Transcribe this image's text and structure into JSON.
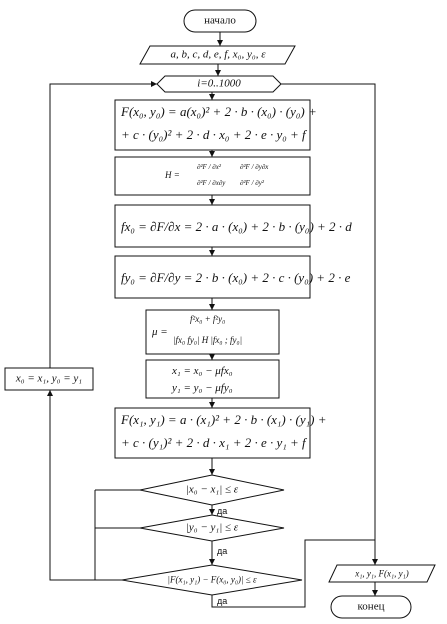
{
  "start": "начало",
  "end": "конец",
  "input_params": "a, b, c, d, e, f, x₀, y₀, ε",
  "loop": "i=0..1000",
  "f_eval_1_line1": "F(x₀, y₀) = a(x₀)² + 2 · b · (x₀) · (y₀) +",
  "f_eval_1_line2": "+ c · (y₀)² + 2 · d · x₀ + 2 · e · y₀ + f",
  "hessian": {
    "lhs": "H =",
    "m11": "∂²F / ∂x²",
    "m12": "∂²F / ∂y∂x",
    "m21": "∂²F / ∂x∂y",
    "m22": "∂²F / ∂y²"
  },
  "fx0": "fx₀ = ∂F/∂x = 2 · a · (x₀) + 2 · b · (y₀) + 2 · d",
  "fy0": "fy₀ = ∂F/∂y = 2 · b · (x₀) + 2 · c · (y₀) + 2 · e",
  "mu": {
    "lhs": "μ =",
    "numerator": "f²x₀ + f²y₀",
    "denominator": "|fx₀   fy₀| H |fx₀ ; fy₀|"
  },
  "update_line1": "x₁ = x₀ − μfx₀",
  "update_line2": "y₁ = y₀ − μfy₀",
  "f_eval_2_line1": "F(x₁, y₁) = a · (x₁)² + 2 · b · (x₁) · (y₁) +",
  "f_eval_2_line2": "+ c · (y₁)² + 2 · d · x₁ + 2 · e · y₁ + f",
  "cond1": "|x₀ − x₁| ≤ ε",
  "cond2": "|y₀ − y₁| ≤ ε",
  "cond3": "|F(x₁, y₁) − F(x₀, y₀)| ≤ ε",
  "yes1": "да",
  "yes2": "да",
  "yes3": "да",
  "reassign": "x₀ = x₁, y₀ = y₁",
  "output": "x₁, y₁, F(x₁, y₁)"
}
